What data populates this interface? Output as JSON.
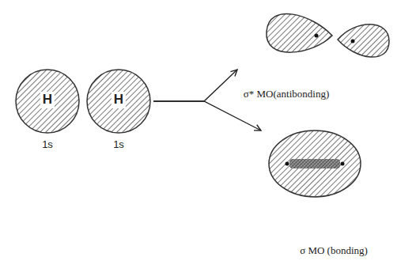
{
  "diagram": {
    "nodes": [
      {
        "text": [
          "H",
          "1s"
        ]
      },
      {
        "text": [
          "H",
          "1s"
        ]
      },
      {
        "text": [
          "σ* MO(antibonding)"
        ]
      },
      {
        "text": [
          "σ MO (bonding)"
        ]
      }
    ],
    "edges": [
      {
        "from": 1,
        "to": 2,
        "arrow": "to"
      },
      {
        "from": 1,
        "to": 3,
        "arrow": "to"
      }
    ]
  }
}
